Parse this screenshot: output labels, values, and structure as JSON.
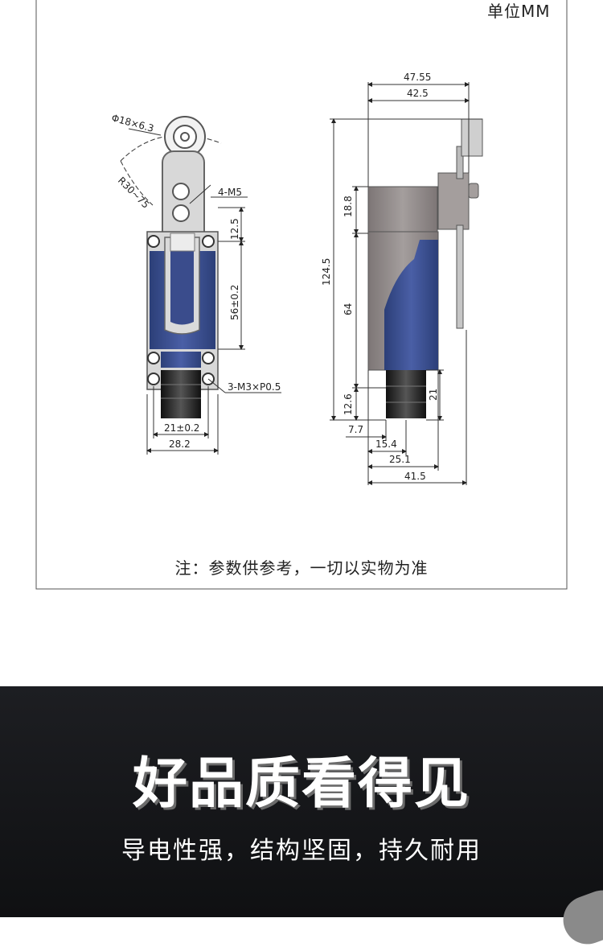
{
  "drawing": {
    "unit_label": "单位MM",
    "note": "注：参数供参考，一切以实物为准",
    "front_view": {
      "roller_dim": "Φ18×6.3",
      "radius_dim": "R30~75",
      "mount_thread": "4-M5",
      "dim_top_gap": "12.5",
      "dim_slot_length": "56±0.2",
      "terminal_thread": "3-M3×P0.5",
      "dim_hole_spacing": "21±0.2",
      "dim_width": "28.2"
    },
    "side_view": {
      "dim_overall_depth": "47.55",
      "dim_body_depth": "42.5",
      "dim_head_height": "18.8",
      "dim_total_height": "124.5",
      "dim_body_height": "64",
      "dim_gland_height": "12.6",
      "dim_gland_length": "21",
      "dim_offset_a": "7.7",
      "dim_offset_b": "15.4",
      "dim_offset_c": "25.1",
      "dim_base_depth": "41.5"
    }
  },
  "banner": {
    "title": "好品质看得见",
    "subtitle": "导电性强，结构坚固，持久耐用"
  }
}
